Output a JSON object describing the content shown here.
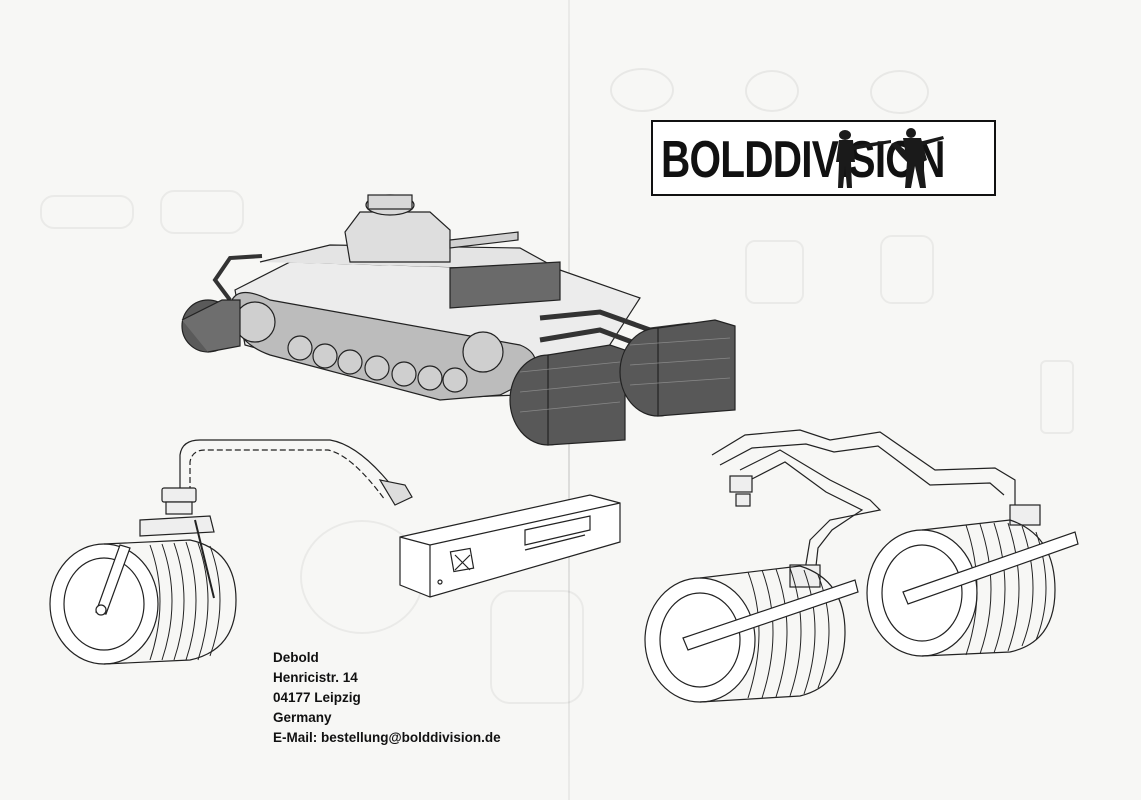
{
  "brand": {
    "name": "BOLDDIVISION"
  },
  "contact": {
    "name": "Debold",
    "street": "Henricistr. 14",
    "city": "04177 Leipzig",
    "country": "Germany",
    "email_line": "E-Mail: bestellung@bolddivision.de"
  },
  "colors": {
    "paper": "#f7f7f5",
    "ink": "#111111",
    "tank_shade": "#555555"
  }
}
